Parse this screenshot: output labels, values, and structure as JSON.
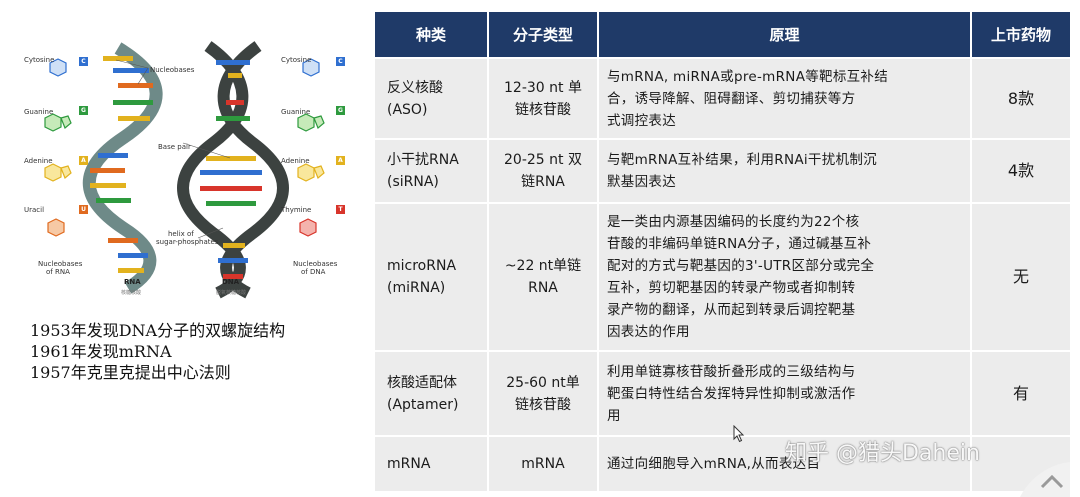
{
  "figure": {
    "left_labels": [
      {
        "name": "Cytosine",
        "letter": "C",
        "color": "#2f6fd0"
      },
      {
        "name": "Guanine",
        "letter": "G",
        "color": "#2e9a3e"
      },
      {
        "name": "Adenine",
        "letter": "A",
        "color": "#e2b21e"
      },
      {
        "name": "Uracil",
        "letter": "U",
        "color": "#e06a1f"
      }
    ],
    "right_labels": [
      {
        "name": "Cytosine",
        "letter": "C",
        "color": "#2f6fd0"
      },
      {
        "name": "Guanine",
        "letter": "G",
        "color": "#2e9a3e"
      },
      {
        "name": "Adenine",
        "letter": "A",
        "color": "#e2b21e"
      },
      {
        "name": "Thymine",
        "letter": "T",
        "color": "#d8352b"
      }
    ],
    "nucleobases_label": "Nucleobases",
    "base_pair_label": "Base pair",
    "helix_label_1": "helix of",
    "helix_label_2": "sugar-phosphates",
    "rna_bases_1": "Nucleobases",
    "rna_bases_2": "of RNA",
    "dna_bases_1": "Nucleobases",
    "dna_bases_2": "of DNA",
    "rna_title": "RNA",
    "rna_sub": "核糖核酸",
    "dna_title": "DNA",
    "dna_sub": "脱氧核糖核酸"
  },
  "history": [
    "1953年发现DNA分子的双螺旋结构",
    "1961年发现mRNA",
    "1957年克里克提出中心法则"
  ],
  "table": {
    "headers": [
      "种类",
      "分子类型",
      "原理",
      "上市药物"
    ],
    "rows": [
      {
        "type_1": "反义核酸",
        "type_2": "(ASO)",
        "mol_1": "12-30 nt 单",
        "mol_2": "链核苷酸",
        "mech": [
          "与mRNA, miRNA或pre-mRNA等靶标互补结",
          "合，诱导降解、阻碍翻译、剪切捕获等方",
          "式调控表达"
        ],
        "drug": "8款"
      },
      {
        "type_1": "小干扰RNA",
        "type_2": "(siRNA)",
        "mol_1": "20-25 nt 双",
        "mol_2": "链RNA",
        "mech": [
          "与靶mRNA互补结果，利用RNAi干扰机制沉",
          "默基因表达"
        ],
        "drug": "4款"
      },
      {
        "type_1": "microRNA",
        "type_2": "(miRNA)",
        "mol_1": "~22 nt单链",
        "mol_2": "RNA",
        "mech": [
          "是一类由内源基因编码的长度约为22个核",
          "苷酸的非编码单链RNA分子，通过碱基互补",
          "配对的方式与靶基因的3'-UTR区部分或完全",
          "互补，剪切靶基因的转录产物或者抑制转",
          "录产物的翻译，从而起到转录后调控靶基",
          "因表达的作用"
        ],
        "drug": "无"
      },
      {
        "type_1": "核酸适配体",
        "type_2": "(Aptamer)",
        "mol_1": "25-60 nt单",
        "mol_2": "链核苷酸",
        "mech": [
          "利用单链寡核苷酸折叠形成的三级结构与",
          "靶蛋白特性结合发挥特异性抑制或激活作",
          "用"
        ],
        "drug": "有"
      },
      {
        "type_1": "mRNA",
        "type_2": "",
        "mol_1": "mRNA",
        "mol_2": "",
        "mech": [
          "通过向细胞导入mRNA,从而表达目"
        ],
        "drug": ""
      }
    ]
  },
  "watermark": "知乎 @猎头Dahein"
}
